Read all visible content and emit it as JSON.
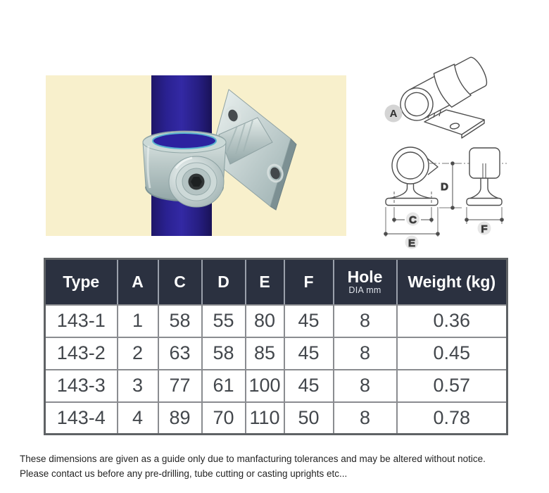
{
  "colors": {
    "page_bg": "#ffffff",
    "photo_bg": "#f8f0cc",
    "pipe_blue": "#2a2190",
    "metal": "#bccac9",
    "table_header_bg": "#2b3140",
    "table_border": "#8a8c90"
  },
  "diagram": {
    "iso_label": "A",
    "c": "C",
    "d": "D",
    "e": "E",
    "f": "F"
  },
  "table": {
    "headers": [
      {
        "label": "Type"
      },
      {
        "label": "A"
      },
      {
        "label": "C"
      },
      {
        "label": "D"
      },
      {
        "label": "E"
      },
      {
        "label": "F"
      },
      {
        "label": "Hole",
        "sub": "DIA mm"
      },
      {
        "label": "Weight (kg)"
      }
    ],
    "rows": [
      {
        "cells": [
          "143-1",
          "1",
          "58",
          "55",
          "80",
          "45",
          "8",
          "0.36"
        ]
      },
      {
        "cells": [
          "143-2",
          "2",
          "63",
          "58",
          "85",
          "45",
          "8",
          "0.45"
        ]
      },
      {
        "cells": [
          "143-3",
          "3",
          "77",
          "61",
          "100",
          "45",
          "8",
          "0.57"
        ]
      },
      {
        "cells": [
          "143-4",
          "4",
          "89",
          "70",
          "110",
          "50",
          "8",
          "0.78"
        ]
      }
    ]
  },
  "footer": {
    "line1": "These dimensions are given as a guide only due to manfacturing tolerances and may be altered without notice.",
    "line2": "Please contact us before any pre-drilling, tube cutting or casting uprights etc..."
  }
}
